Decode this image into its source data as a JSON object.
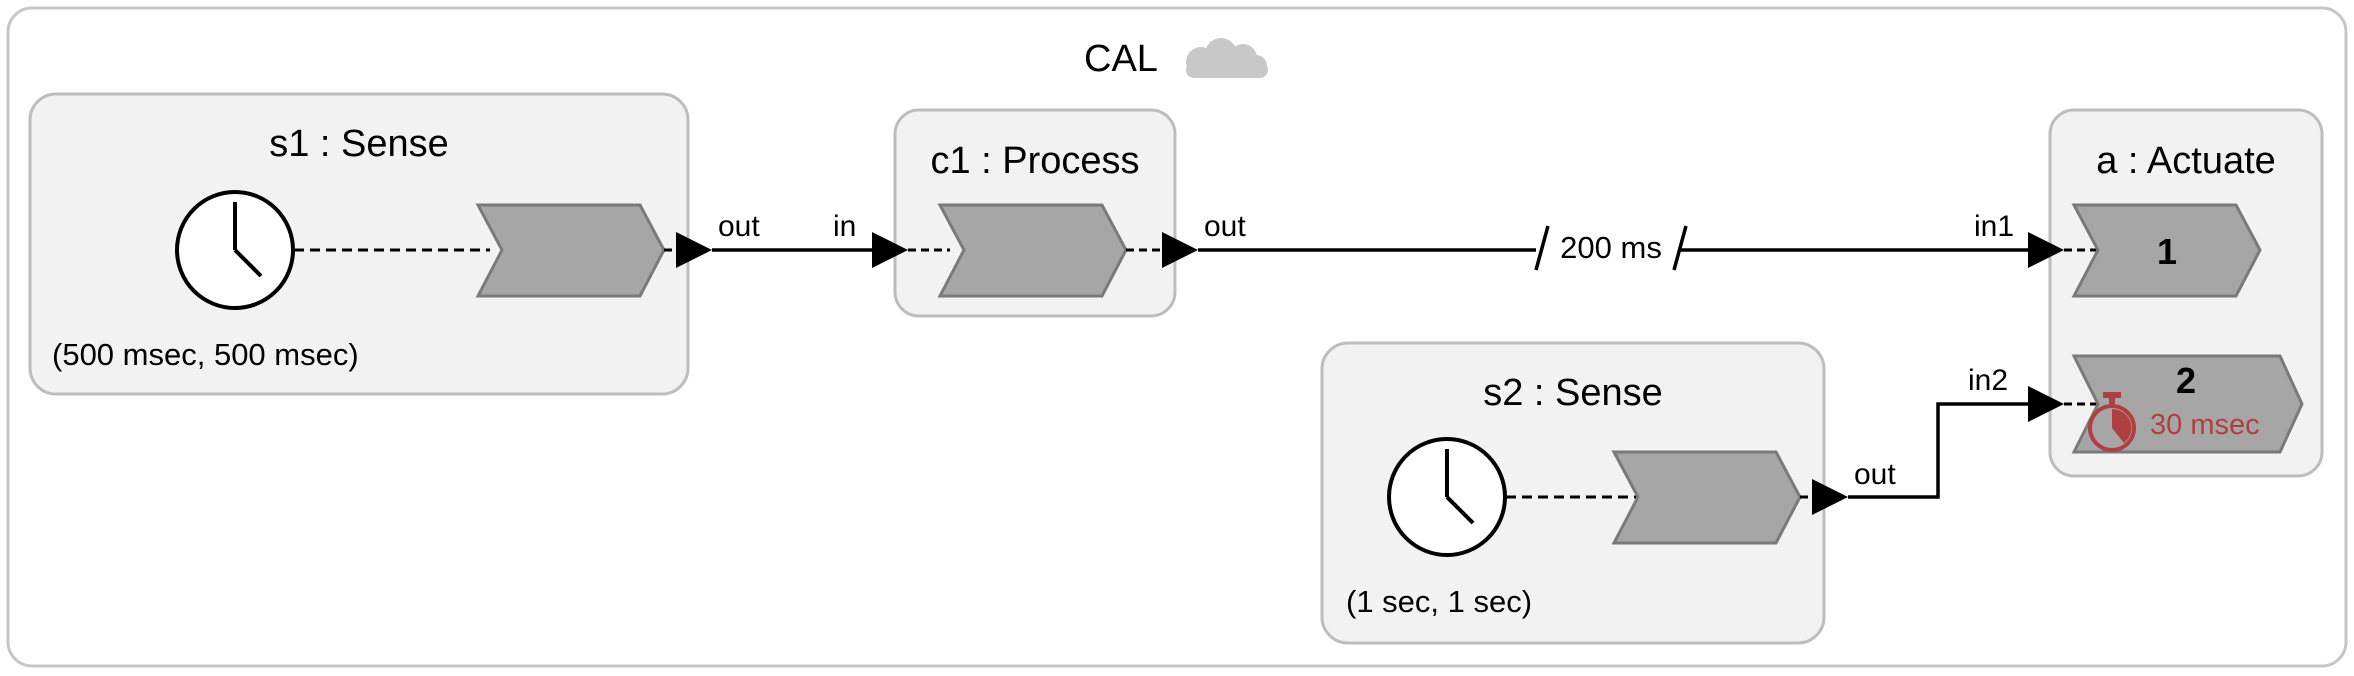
{
  "program": {
    "name": "CAL"
  },
  "reactors": {
    "s1": {
      "title": "s1 : Sense",
      "timer_params": "(500 msec, 500 msec)",
      "output_port": "out"
    },
    "c1": {
      "title": "c1 : Process",
      "input_port": "in",
      "output_port": "out"
    },
    "a": {
      "title": "a : Actuate",
      "input_ports": [
        "in1",
        "in2"
      ],
      "reactions": [
        "1",
        "2"
      ],
      "deadline": "30 msec"
    },
    "s2": {
      "title": "s2 : Sense",
      "timer_params": "(1 sec, 1 sec)",
      "output_port": "out"
    }
  },
  "connections": [
    {
      "from": "s1.out",
      "to": "c1.in",
      "delay": ""
    },
    {
      "from": "c1.out",
      "to": "a.in1",
      "delay": "200 ms"
    },
    {
      "from": "s2.out",
      "to": "a.in2",
      "delay": ""
    }
  ],
  "icons": {
    "program": "cloud-icon",
    "timers": "clock-icon",
    "deadline": "stopwatch-icon"
  },
  "colors": {
    "reactor_fill": "#f2f2f2",
    "reactor_border": "#bdbdbd",
    "reaction_fill": "#a6a6a6",
    "reaction_border": "#7a7a7a",
    "deadline": "#b04040",
    "cloud": "#c8c8c8"
  }
}
